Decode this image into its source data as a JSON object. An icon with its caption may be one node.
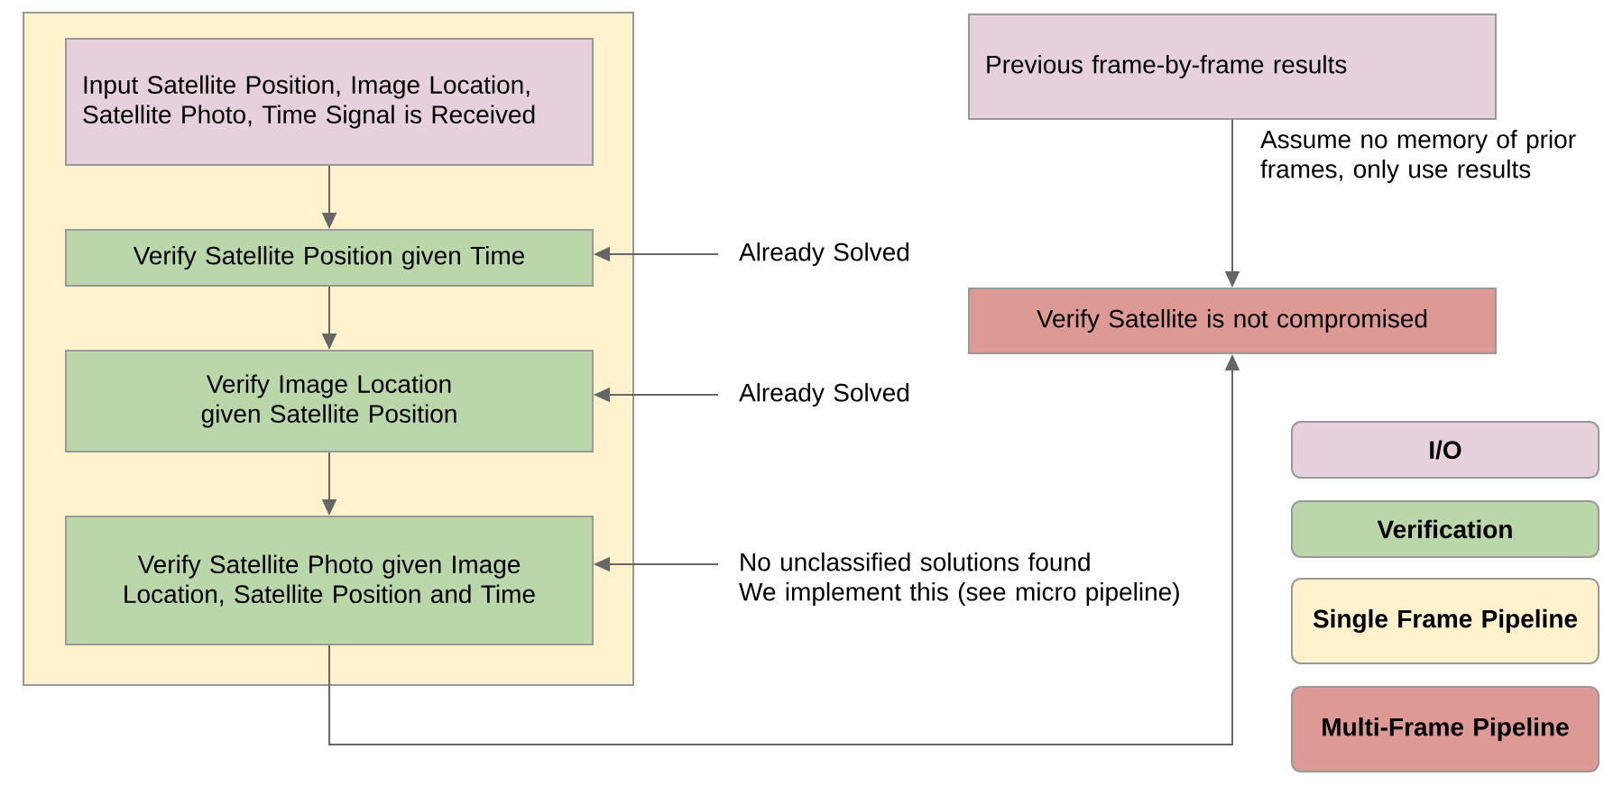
{
  "diagram": {
    "nodes": [
      {
        "text": [],
        "shape": "box"
      },
      {
        "text": [
          "Input Satellite Position, Image Location, Satellite Photo, Time Signal is Received"
        ],
        "in": 0
      },
      {
        "text": [
          "Verify Satellite Position given Time"
        ],
        "in": 0
      },
      {
        "text": [
          "Verify Image Location given Satellite Position"
        ],
        "in": 0
      },
      {
        "text": [
          "Verify Satellite Photo given Image Location, Satellite Position and Time"
        ],
        "in": 0
      },
      {
        "text": [
          "Already Solved"
        ]
      },
      {
        "text": [
          "Already Solved"
        ]
      },
      {
        "text": [
          "No unclassified solutions found",
          "We implement this (see micro pipeline)"
        ]
      },
      {
        "text": [
          "Previous frame-by-frame results"
        ]
      },
      {
        "text": [
          "Verify Satellite is not compromised"
        ]
      }
    ],
    "edges": [
      {
        "from": 1,
        "to": 2,
        "arrow": "to"
      },
      {
        "from": 2,
        "to": 3,
        "arrow": "to"
      },
      {
        "from": 3,
        "to": 4,
        "arrow": "to"
      },
      {
        "from": 5,
        "to": 2,
        "arrow": "to"
      },
      {
        "from": 6,
        "to": 3,
        "arrow": "to"
      },
      {
        "from": 7,
        "to": 4,
        "arrow": "to"
      },
      {
        "from": 8,
        "to": 9,
        "arrow": "to",
        "label": "Assume no memory of prior frames, only use results"
      },
      {
        "from": 4,
        "to": 9,
        "arrow": "to"
      }
    ],
    "legend": [
      {
        "text": "I/O",
        "color": "#e6d0dc"
      },
      {
        "text": "Verification",
        "color": "#b9d7a8"
      },
      {
        "text": "Single Frame Pipeline",
        "color": "#fff2cc"
      },
      {
        "text": "Multi-Frame Pipeline",
        "color": "#dd9994"
      }
    ]
  }
}
